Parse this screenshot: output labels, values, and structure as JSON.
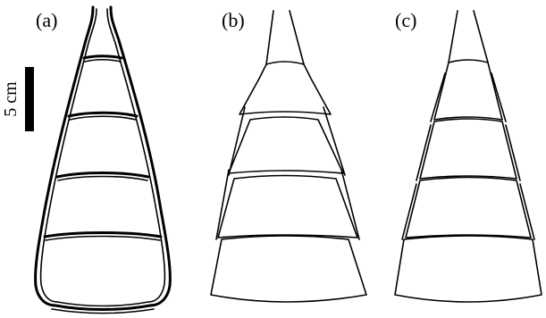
{
  "figure": {
    "panels": [
      {
        "label": "(a)",
        "icon": "photo-traced-cone"
      },
      {
        "label": "(b)",
        "icon": "model-cone-overlapping-segments"
      },
      {
        "label": "(c)",
        "icon": "model-cone-nested-segments"
      }
    ],
    "scale_bar": {
      "label": "5 cm"
    },
    "colors": {
      "stroke": "#000000",
      "background": "#ffffff"
    }
  }
}
